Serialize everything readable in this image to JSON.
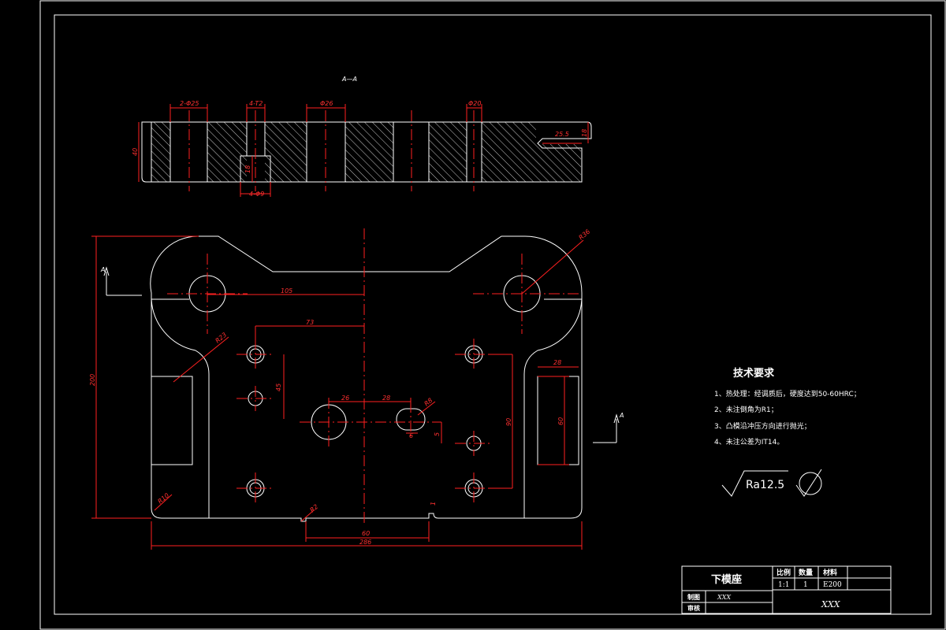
{
  "section_label": "A—A",
  "section_dims": {
    "holes_2x": "2-Φ25",
    "tap": "4-T2",
    "bore26": "Φ26",
    "bore20": "Φ20",
    "thickness": "40",
    "step_depth": "18",
    "slot_len": "25.5",
    "slot_h": "18",
    "cbore": "4-Φ9"
  },
  "plan_dims": {
    "r36": "R36",
    "r23": "R23",
    "r10": "R10",
    "r2": "R2",
    "d105": "105",
    "d73": "73",
    "d45": "45",
    "d26": "26",
    "d28": "28",
    "d8": "R8",
    "d6": "6",
    "d5": "5",
    "d90": "90",
    "d28b": "28",
    "d60": "60",
    "height": "200",
    "d60b": "60",
    "width": "286",
    "d1": "1",
    "section_mark": "A"
  },
  "tech": {
    "title": "技术要求",
    "items": [
      "1、热处理：经调质后，硬度达到50-60HRC；",
      "2、未注倒角为R1；",
      "3、凸模沿冲压方向进行抛光；",
      "4、未注公差为IT14。"
    ],
    "roughness": "Ra12.5"
  },
  "title_block": {
    "part_name": "下模座",
    "scale_label": "比例",
    "qty_label": "数量",
    "material_label": "材料",
    "scale": "1:1",
    "qty": "1",
    "material": "E200",
    "drawn_label": "制图",
    "drawn_by": "XXX",
    "check_label": "审核",
    "org": "XXX"
  }
}
